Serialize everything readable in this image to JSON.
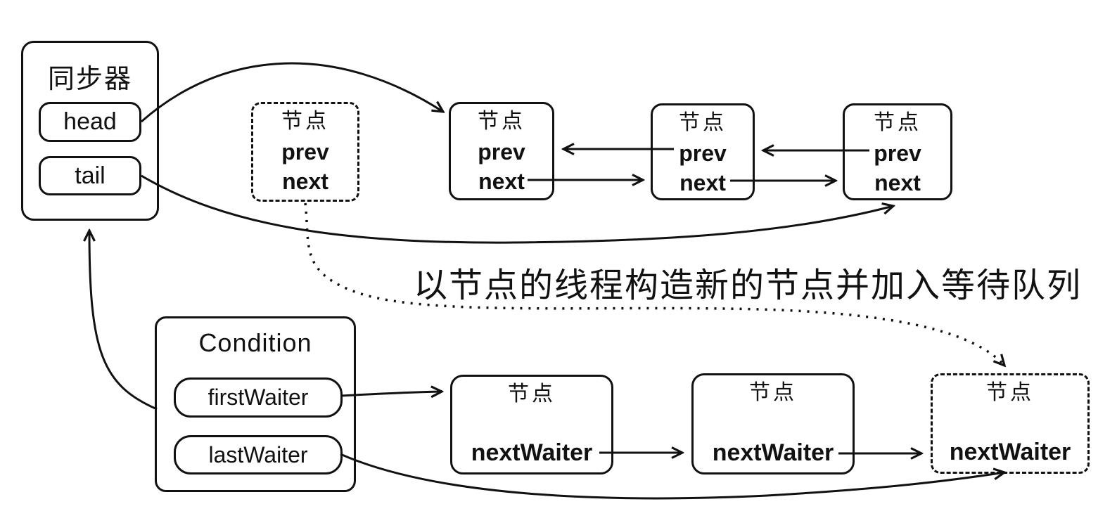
{
  "colors": {
    "line": "#111111",
    "background": "#ffffff"
  },
  "synchronizer": {
    "title": "同步器",
    "head_label": "head",
    "tail_label": "tail"
  },
  "detached_node": {
    "title": "节点",
    "prev_label": "prev",
    "next_label": "next"
  },
  "sync_queue": {
    "nodes": [
      {
        "title": "节点",
        "prev_label": "prev",
        "next_label": "next"
      },
      {
        "title": "节点",
        "prev_label": "prev",
        "next_label": "next"
      },
      {
        "title": "节点",
        "prev_label": "prev",
        "next_label": "next"
      }
    ]
  },
  "annotation": "以节点的线程构造新的节点并加入等待队列",
  "condition": {
    "title": "Condition",
    "first_waiter_label": "firstWaiter",
    "last_waiter_label": "lastWaiter"
  },
  "wait_queue": {
    "nodes": [
      {
        "title": "节点",
        "next_waiter_label": "nextWaiter"
      },
      {
        "title": "节点",
        "next_waiter_label": "nextWaiter"
      },
      {
        "title": "节点",
        "next_waiter_label": "nextWaiter"
      }
    ]
  }
}
